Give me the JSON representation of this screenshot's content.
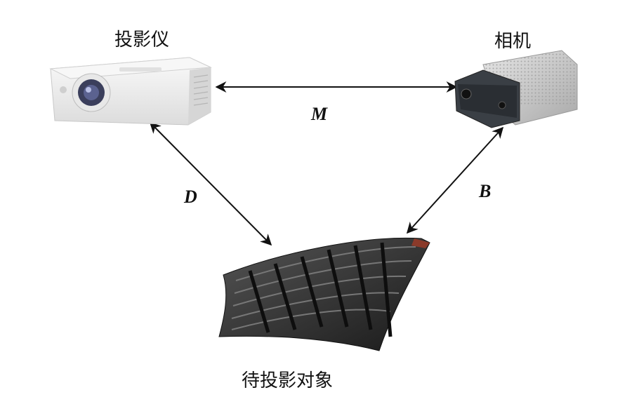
{
  "nodes": {
    "projector": {
      "label": "投影仪"
    },
    "camera": {
      "label": "相机"
    },
    "target": {
      "label": "待投影对象"
    }
  },
  "edges": {
    "projector_camera": {
      "label": "M"
    },
    "projector_target": {
      "label": "D"
    },
    "camera_target": {
      "label": "B"
    }
  },
  "colors": {
    "arrow": "#111111",
    "projector_body": "#f2f2f2",
    "lens": "#3b3f5c",
    "camera_body": "#cfcfcf",
    "camera_face": "#3a3f45",
    "target_plate": "#2b2b2b"
  },
  "icons": {
    "projector": "projector-icon",
    "camera": "camera-icon",
    "target": "curved-panel-icon"
  }
}
